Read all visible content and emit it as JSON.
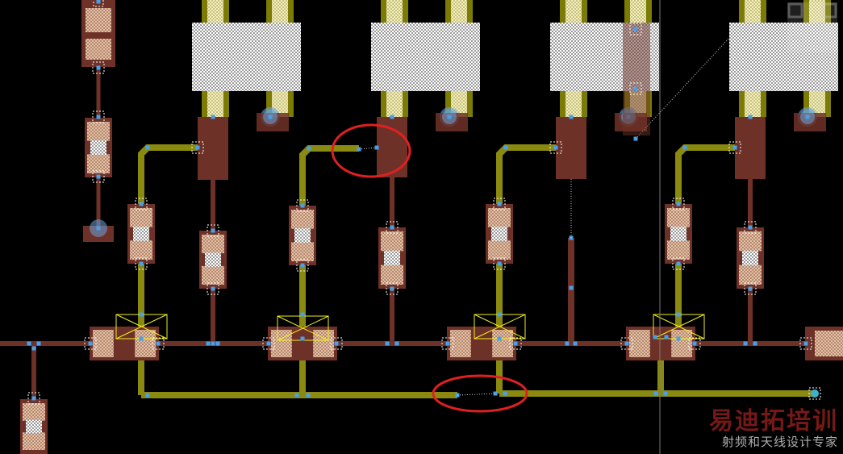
{
  "canvas": {
    "background": "#000000",
    "colors": {
      "copper_trace": "#6e3128",
      "bottom_trace": "#7b7b05",
      "bottom_trace_light": "#8a8a10",
      "pad_fill": "#e8bfa0",
      "pad_dark": "#6e3128",
      "hatch_light": "#ffffff",
      "hatch_dark": "#9a9a9a",
      "via": "#4aa0e8",
      "selection": "#ffffff",
      "cross_box": "#f0f020",
      "annotation_circle": "#e02020",
      "ratsnest": "#cfcfcf",
      "crosshair": "#7a7a7a"
    },
    "annotations": [
      {
        "shape": "circle",
        "label": "unrouted-connection-upper"
      },
      {
        "shape": "circle",
        "label": "unrouted-connection-lower"
      }
    ]
  },
  "watermark": {
    "title": "易迪拓培训",
    "subtitle": "射频和天线设计专家",
    "icon": "qr-code-icon"
  }
}
